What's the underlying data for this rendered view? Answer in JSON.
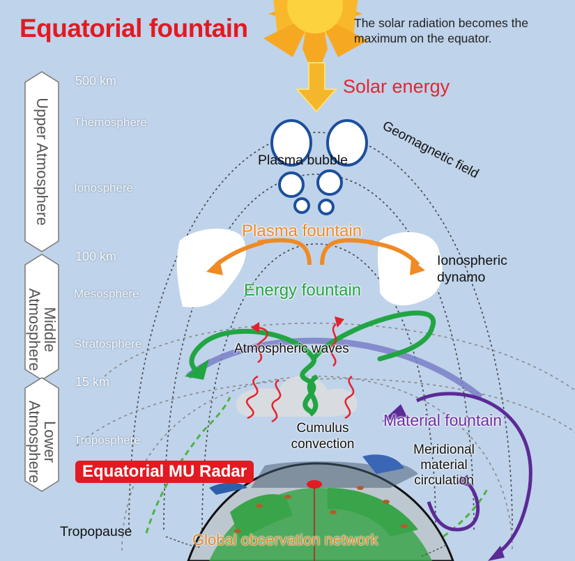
{
  "title": "Equatorial fountain",
  "caption": "The solar radiation becomes the maximum on the equator.",
  "atmosphere_regions": [
    {
      "name": "Upper Atmosphere"
    },
    {
      "name": "Middle Atmosphere"
    },
    {
      "name": "Lower Atmosphere"
    }
  ],
  "altitudes": [
    "500 km",
    "100 km",
    "15 km"
  ],
  "layers": [
    "Themosphere",
    "Ionosphere",
    "Mesosphere",
    "Stratosphere",
    "Troposphere"
  ],
  "labels": {
    "solar_energy": "Solar energy",
    "geomagnetic_field": "Geomagnetic field",
    "plasma_bubble": "Plasma bubble",
    "plasma_fountain": "Plasma fountain",
    "ionospheric_dynamo": "Ionospheric dynamo",
    "energy_fountain": "Energy fountain",
    "atmospheric_waves": "Atmospheric waves",
    "cumulus_convection": "Cumulus convection",
    "material_fountain": "Material fountain",
    "meridional_circulation": "Meridional material circulation",
    "mu_radar": "Equatorial MU Radar",
    "tropopause": "Tropopause",
    "global_network": "Global observation network"
  },
  "colors": {
    "background": "#bfd3ea",
    "title_red": "#e21a22",
    "sun": "#f7b52a",
    "energy_green": "#21a543",
    "plasma_orange": "#f08a24",
    "material_purple": "#6b2fa3",
    "wave_red": "#e4212b",
    "bubble_blue": "#1c4f9c"
  }
}
